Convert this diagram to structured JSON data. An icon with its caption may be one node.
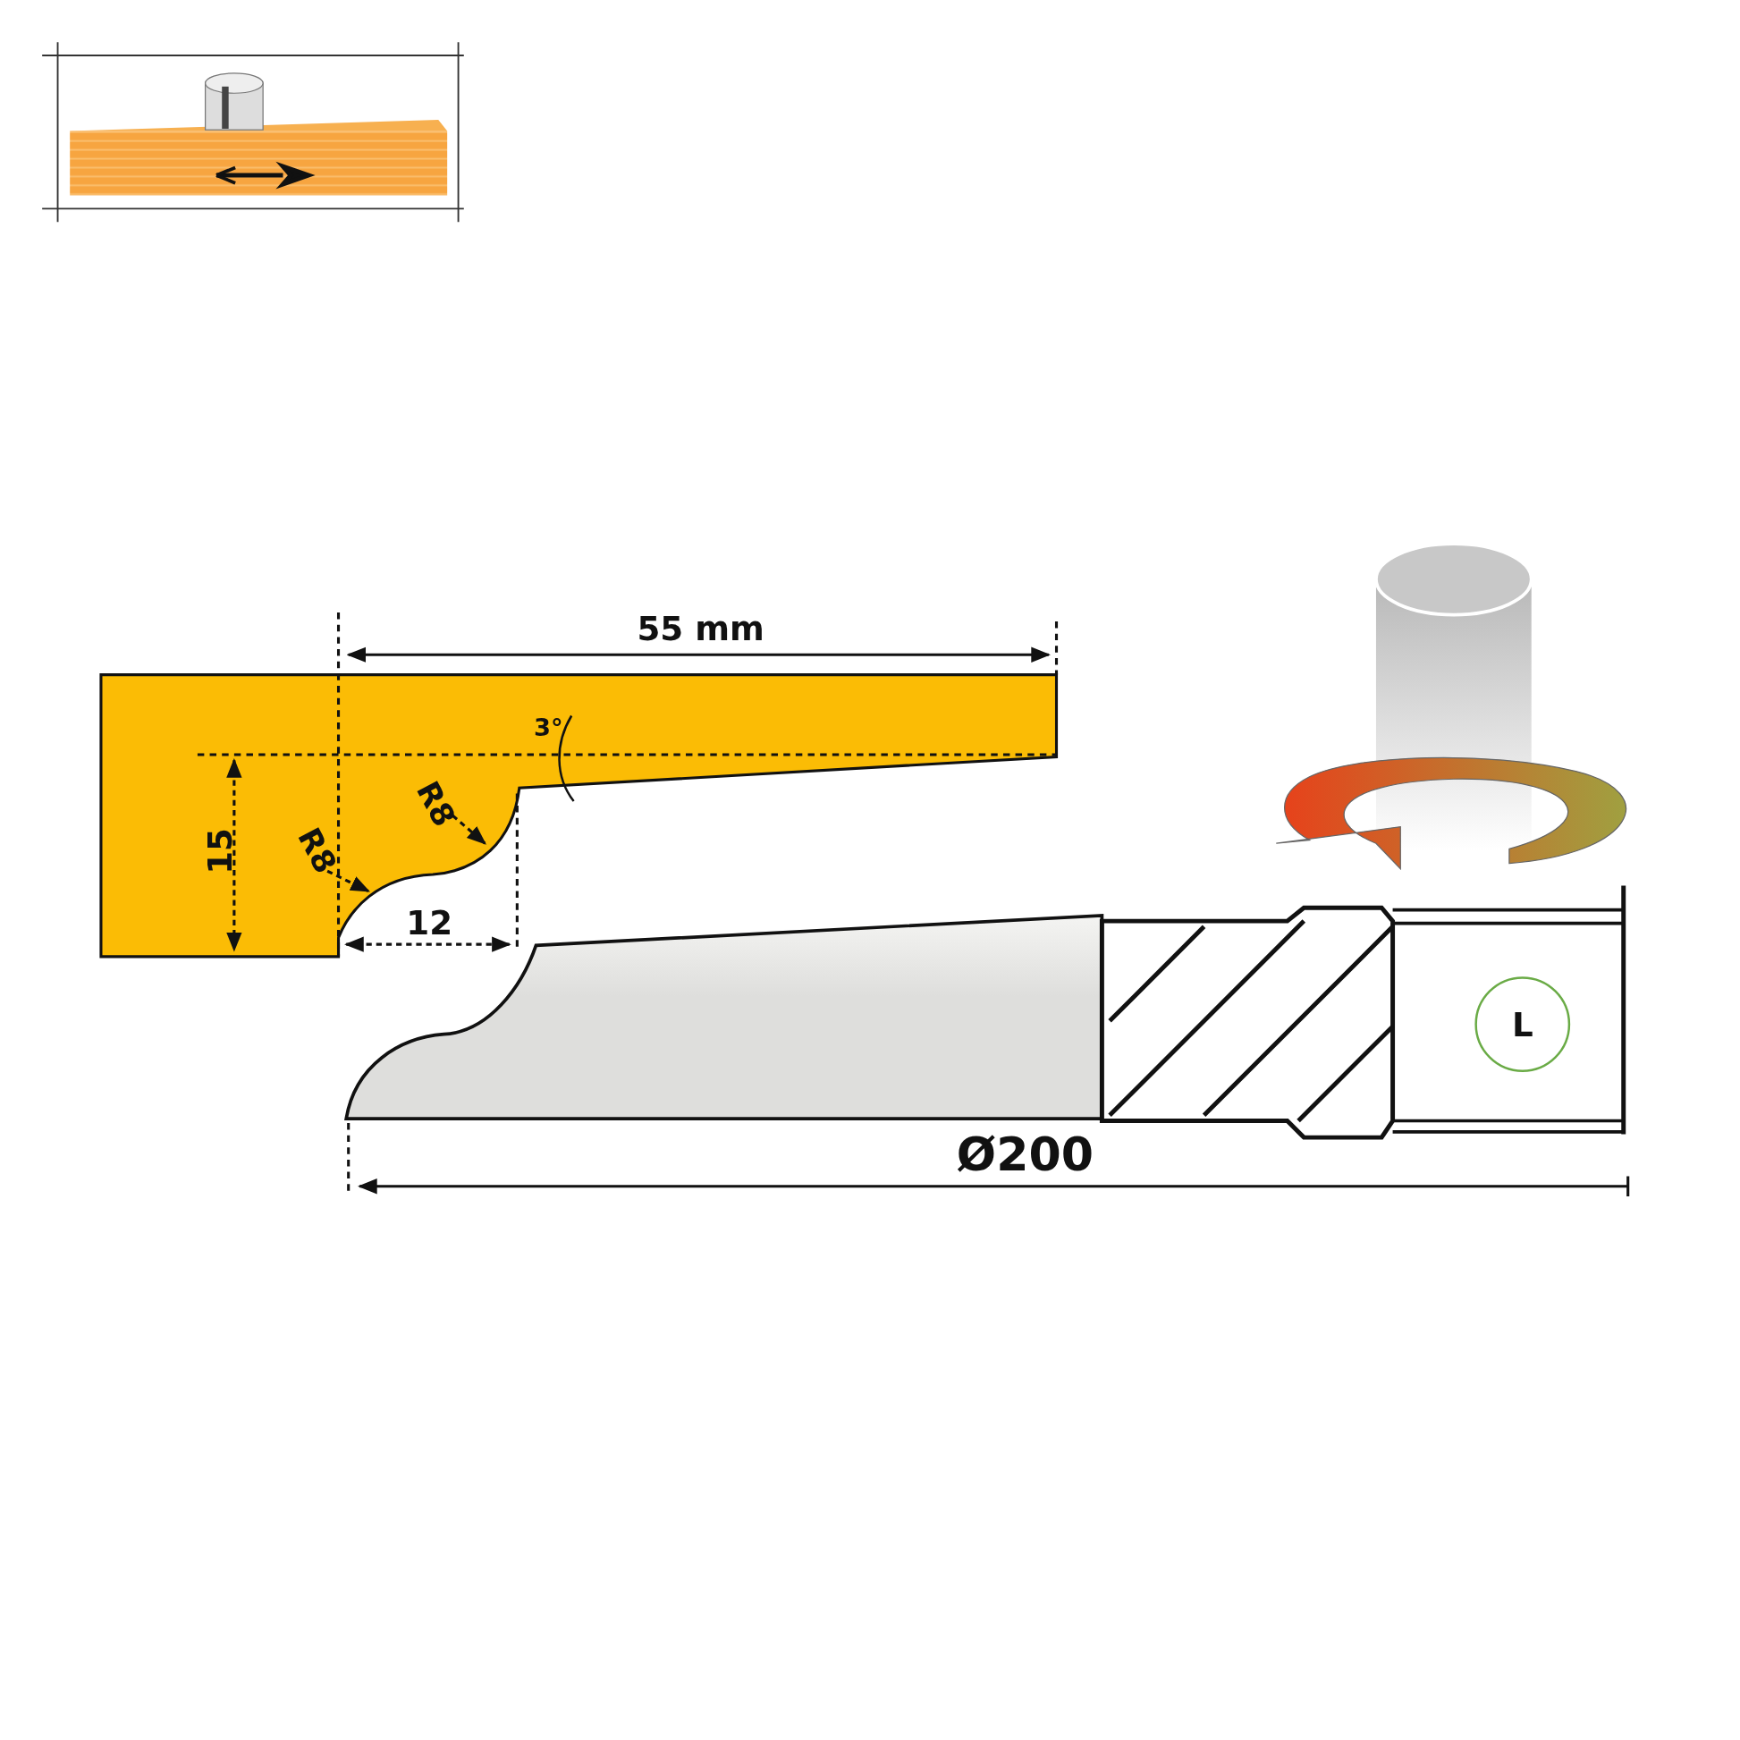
{
  "diagram": {
    "nodes": [
      {
        "text": [
          "L"
        ]
      }
    ],
    "edges": [],
    "labels": [
      "55 mm",
      "3°",
      "R8",
      "15",
      "R8",
      "12",
      "Ø200"
    ]
  }
}
